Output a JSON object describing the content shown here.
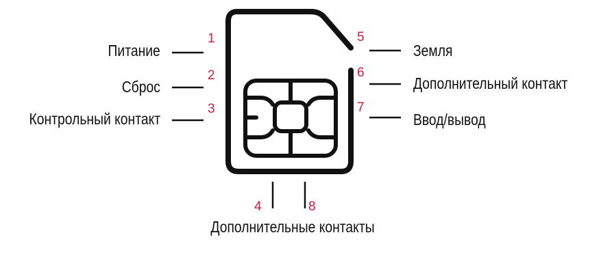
{
  "colors": {
    "line": "#111111",
    "number": "#d21a3c"
  },
  "pins": [
    {
      "number": "1",
      "label": "Питание"
    },
    {
      "number": "2",
      "label": "Сброс"
    },
    {
      "number": "3",
      "label": "Контрольный контакт"
    },
    {
      "number": "4",
      "label": ""
    },
    {
      "number": "5",
      "label": "Земля"
    },
    {
      "number": "6",
      "label": "Дополнительный контакт"
    },
    {
      "number": "7",
      "label": "Ввод/вывод"
    },
    {
      "number": "8",
      "label": ""
    }
  ],
  "bottom_label": "Дополнительные контакты"
}
